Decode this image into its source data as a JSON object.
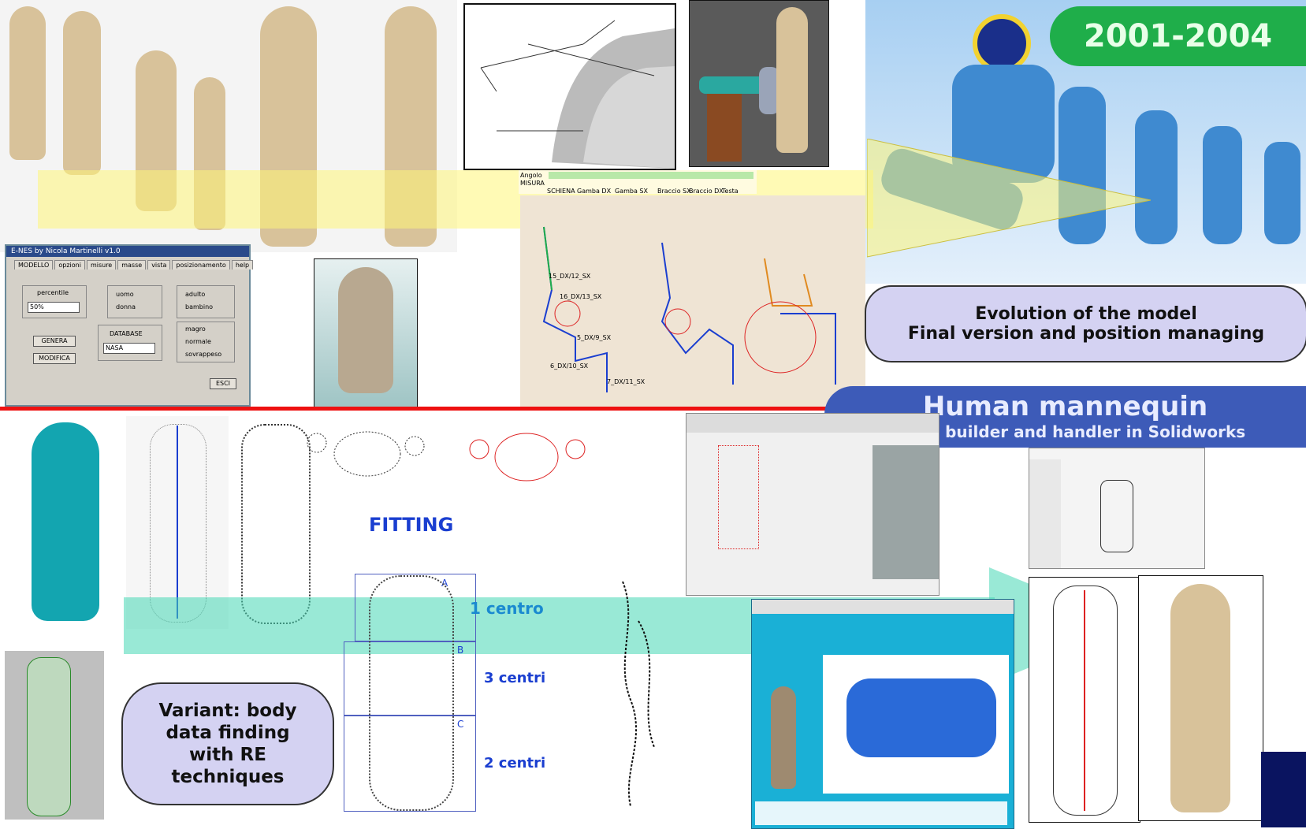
{
  "header": {
    "date_badge": "2001-2004"
  },
  "bubbles": {
    "evolution_line1": "Evolution of the model",
    "evolution_line2": "Final version and position managing",
    "variant_line1": "Variant: body",
    "variant_line2": "data finding",
    "variant_line3": "with RE",
    "variant_line4": "techniques"
  },
  "banner": {
    "title": "Human mannequin",
    "subtitle": "model builder and handler in Solidworks"
  },
  "fitting": {
    "title": "FITTING",
    "centro1": "1 centro",
    "centri3": "3 centri",
    "centri2": "2 centri",
    "box_a": "A",
    "box_b": "B",
    "box_c": "C"
  },
  "software_window": {
    "title": "E-NES by Nicola Martinelli v1.0",
    "tabs": [
      "MODELLO",
      "opzioni",
      "misure",
      "masse",
      "vista",
      "posizionamento",
      "help"
    ],
    "percentile_label": "percentile",
    "percentile_value": "50%",
    "sex_options": [
      "uomo",
      "donna"
    ],
    "age_options": [
      "adulto",
      "bambino"
    ],
    "genera_button": "GENERA",
    "modifica_button": "MODIFICA",
    "database_label": "DATABASE",
    "database_value": "NASA",
    "body_options": [
      "magro",
      "normale",
      "sovrappeso"
    ],
    "esci_button": "ESCI"
  },
  "angle_table": {
    "row1_label": "Angolo",
    "row2_label": "MISURA",
    "segments": [
      "SCHIENA",
      "Gamba DX",
      "Gamba SX",
      "Braccio SX",
      "Braccio DX",
      "Testa"
    ]
  },
  "diagram_labels": {
    "seg1": "15_DX/12_SX",
    "seg2": "16_DX/13_SX",
    "seg3": "5_DX/9_SX",
    "seg4": "6_DX/10_SX",
    "seg5": "7_DX/11_SX"
  },
  "colors": {
    "green_badge": "#1fae4a",
    "blue_banner": "#3d5bb8",
    "bubble_fill": "#d4d2f2",
    "red_divider": "#ee1111",
    "fitting_blue": "#1a3ed0"
  }
}
